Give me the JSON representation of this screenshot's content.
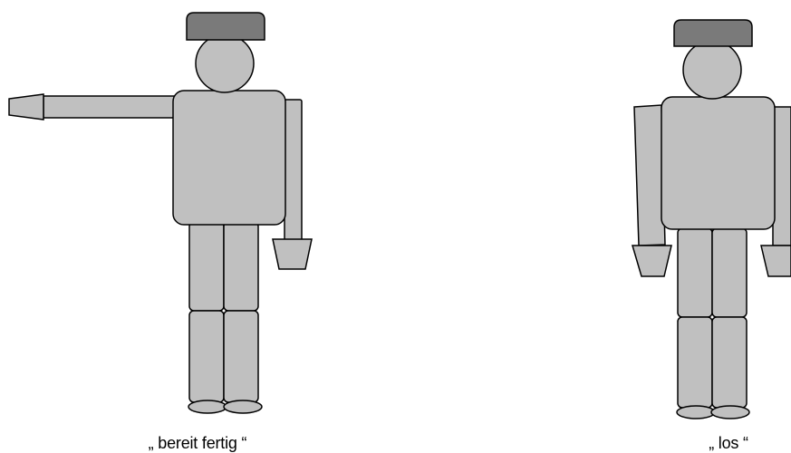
{
  "figures": [
    {
      "caption": "„ bereit fertig “",
      "pose": "arm-raised-sideways"
    },
    {
      "caption": "„ los “",
      "pose": "arms-down"
    }
  ],
  "colors": {
    "body": "#c0c0c0",
    "cap": "#7a7a7a",
    "outline": "#000000",
    "background": "#ffffff"
  }
}
